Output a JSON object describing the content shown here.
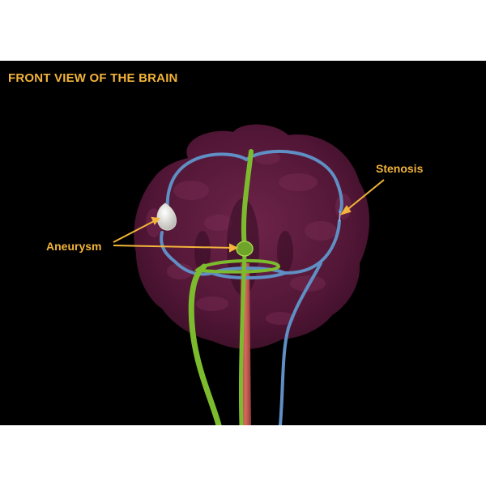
{
  "header": {
    "title": "FRONT VIEW OF THE BRAIN"
  },
  "labels": {
    "stenosis": "Stenosis",
    "aneurysm": "Aneurysm"
  },
  "colors": {
    "background": "#000000",
    "label_text": "#f2b43a",
    "brain": "#5c1a3d",
    "artery_green": "#7dbb2e",
    "vein_blue": "#5f8fc4",
    "artery_red": "#c2574f",
    "aneurysm_sac": "#ecebe6"
  }
}
